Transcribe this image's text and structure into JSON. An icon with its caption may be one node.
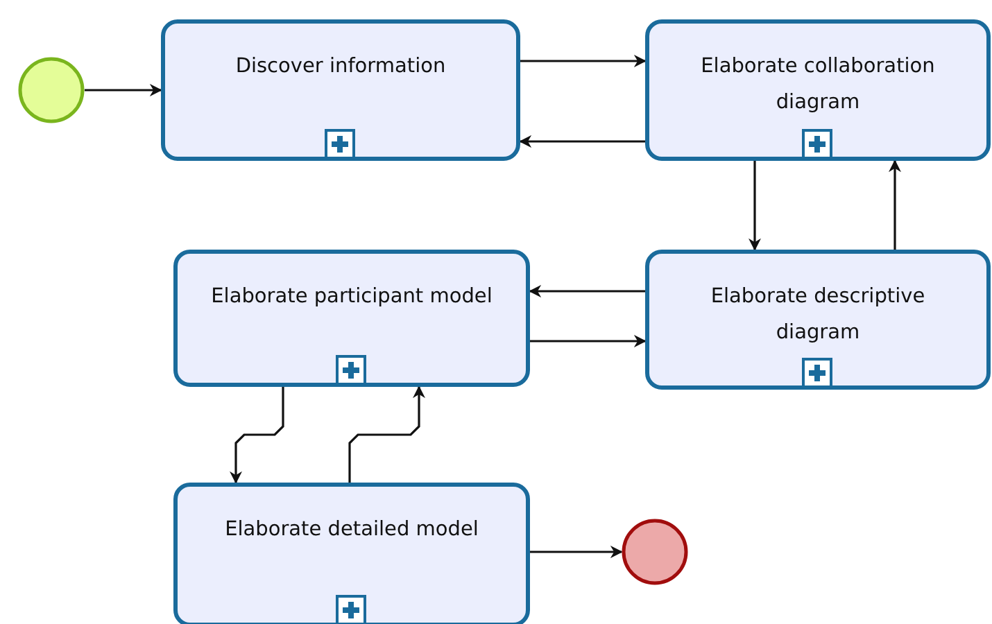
{
  "diagram": {
    "nodes": [
      {
        "text": [],
        "shape": "circle"
      },
      {
        "text": [
          "Discover information"
        ]
      },
      {
        "text": [
          "Elaborate collaboration diagram"
        ]
      },
      {
        "text": [
          "Elaborate participant model"
        ]
      },
      {
        "text": [
          "Elaborate descriptive diagram"
        ]
      },
      {
        "text": [
          "Elaborate detailed model"
        ]
      },
      {
        "text": [],
        "shape": "circle"
      }
    ],
    "edges": [
      {
        "from": 0,
        "to": 1,
        "arrow": "to"
      },
      {
        "from": 1,
        "to": 2,
        "arrow": "to"
      },
      {
        "from": 2,
        "to": 1,
        "arrow": "to"
      },
      {
        "from": 2,
        "to": 4,
        "arrow": "to"
      },
      {
        "from": 4,
        "to": 2,
        "arrow": "to"
      },
      {
        "from": 4,
        "to": 3,
        "arrow": "to"
      },
      {
        "from": 3,
        "to": 4,
        "arrow": "to"
      },
      {
        "from": 3,
        "to": 5,
        "arrow": "to"
      },
      {
        "from": 5,
        "to": 3,
        "arrow": "to"
      },
      {
        "from": 5,
        "to": 6,
        "arrow": "to"
      }
    ]
  }
}
